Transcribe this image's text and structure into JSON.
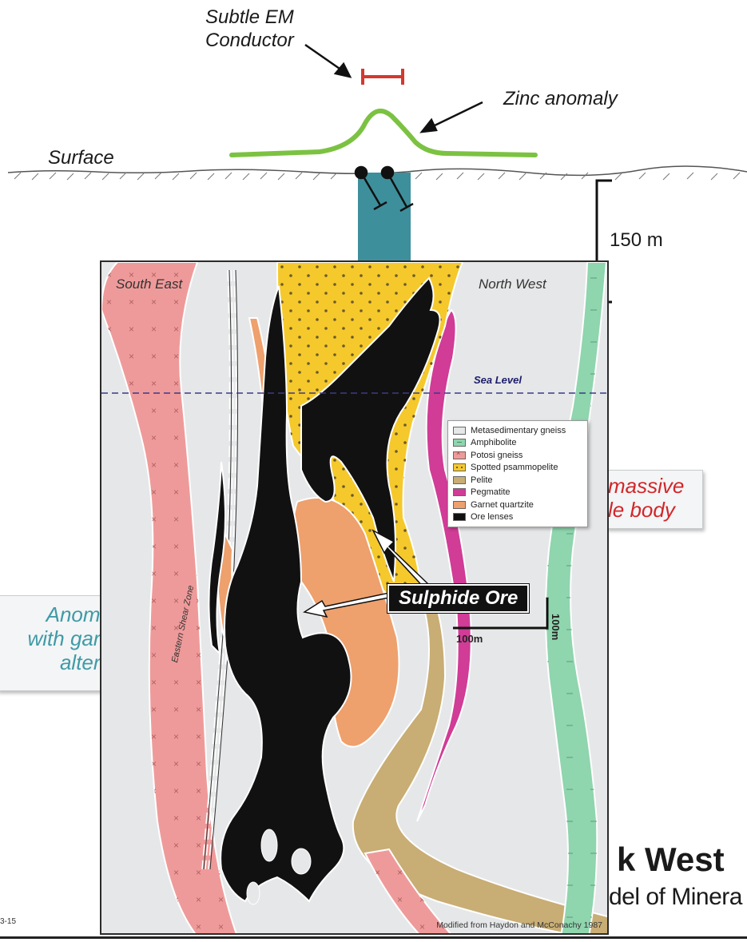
{
  "profile": {
    "em_label_line1": "Subtle EM",
    "em_label_line2": "Conductor",
    "zinc_label": "Zinc anomaly",
    "surface_label": "Surface",
    "scale_label": "150 m",
    "colors": {
      "em_conductor": "#d23a2f",
      "zinc_curve": "#7cc242",
      "pipe": "#3e8f9c",
      "ground": "#555555"
    }
  },
  "background_callouts": {
    "left_lines": [
      "Anoma",
      "with garn",
      "altera"
    ],
    "right_lines": [
      "massive",
      "le body"
    ]
  },
  "title": {
    "main": "k West",
    "sub": "del of Minera"
  },
  "footer": {
    "code": "3-15"
  },
  "section": {
    "label_left": "South East",
    "label_right": "North West",
    "sea_level": "Sea Level",
    "shear_zone": "Eastern Shear Zone",
    "ore_label": "Sulphide Ore",
    "scale_vertical": "100m",
    "scale_horizontal": "100m",
    "credit": "Modified from Haydon and McConachy 1987",
    "legend": [
      {
        "label": "Metasedimentary gneiss",
        "color": "#e6e7e8",
        "pattern": "none"
      },
      {
        "label": "Amphibolite",
        "color": "#8fd5ae",
        "pattern": "dash"
      },
      {
        "label": "Potosi gneiss",
        "color": "#ef9a9a",
        "pattern": "cross"
      },
      {
        "label": "Spotted psammopelite",
        "color": "#f5c82c",
        "pattern": "dot"
      },
      {
        "label": "Pelite",
        "color": "#c8ad74",
        "pattern": "none"
      },
      {
        "label": "Pegmatite",
        "color": "#d03c96",
        "pattern": "none"
      },
      {
        "label": "Garnet quartzite",
        "color": "#eea06d",
        "pattern": "none"
      },
      {
        "label": "Ore lenses",
        "color": "#111111",
        "pattern": "none"
      }
    ]
  }
}
